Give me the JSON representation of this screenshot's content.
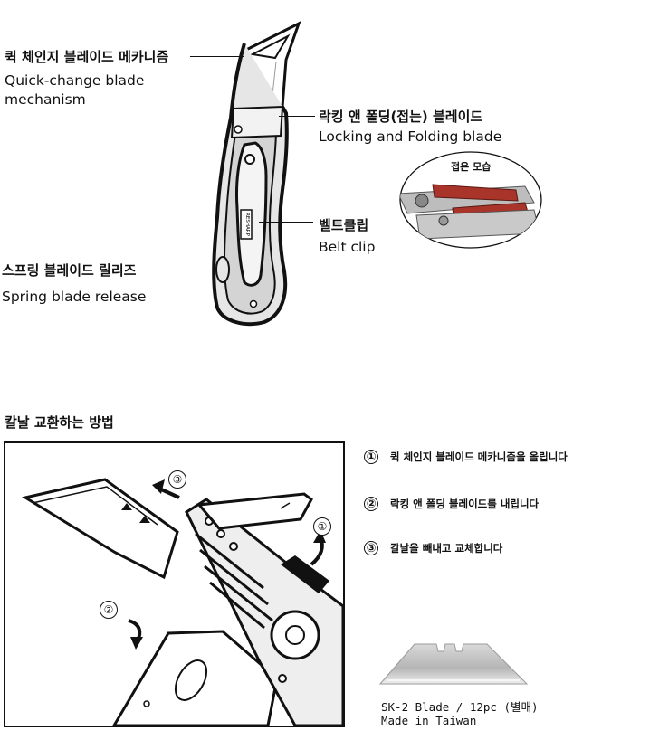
{
  "callouts": {
    "quick_change": {
      "ko": "퀵 체인지 블레이드 메카니즘",
      "en": [
        "Quick-change blade",
        "mechanism"
      ]
    },
    "locking": {
      "ko": "락킹 앤 폴딩(접는) 블레이드",
      "en": "Locking and Folding blade"
    },
    "folded": {
      "ko": "접은 모습"
    },
    "belt_clip": {
      "ko": "벨트클립",
      "en": "Belt clip"
    },
    "spring": {
      "ko": "스프링 블레이드 릴리즈",
      "en": "Spring blade release"
    },
    "handle_brand": "RESHARP"
  },
  "section_title": "칼날 교환하는 방법",
  "steps": [
    {
      "num": "①",
      "text": "퀵 체인지 블레이드 메카니즘을 올립니다"
    },
    {
      "num": "②",
      "text": "락킹 앤 폴딩 블레이드를 내립니다"
    },
    {
      "num": "③",
      "text": "칼날을 빼내고 교체합니다"
    }
  ],
  "diagram_markers": [
    "①",
    "②",
    "③"
  ],
  "blade_info": {
    "line1": "SK-2 Blade / 12pc (별매)",
    "line2": "Made in Taiwan"
  },
  "colors": {
    "wood_red": "#a8342a",
    "steel": "#b9b9b9",
    "ink": "#111111"
  }
}
